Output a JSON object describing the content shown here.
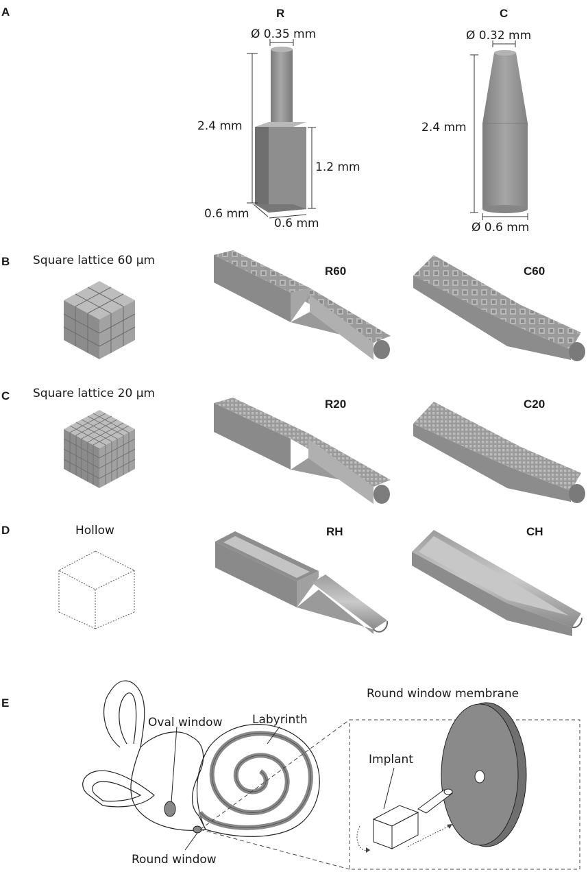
{
  "panels": {
    "a": {
      "letter": "A",
      "shape_r": {
        "heading": "R",
        "tip_diameter": "Ø 0.35 mm",
        "total_length": "2.4 mm",
        "base_length": "1.2 mm",
        "base_depth": "0.6 mm",
        "base_width": "0.6 mm"
      },
      "shape_c": {
        "heading": "C",
        "tip_diameter": "Ø 0.32 mm",
        "total_length": "2.4 mm",
        "base_diameter": "Ø 0.6 mm"
      }
    },
    "b": {
      "letter": "B",
      "lattice_label": "Square lattice 60 µm",
      "r_label": "R60",
      "c_label": "C60"
    },
    "c": {
      "letter": "C",
      "lattice_label": "Square lattice 20 µm",
      "r_label": "R20",
      "c_label": "C20"
    },
    "d": {
      "letter": "D",
      "lattice_label": "Hollow",
      "r_label": "RH",
      "c_label": "CH"
    },
    "e": {
      "letter": "E",
      "oval_window": "Oval window",
      "labyrinth": "Labyrinth",
      "round_window": "Round window",
      "membrane": "Round window membrane",
      "implant": "Implant"
    }
  },
  "colors": {
    "body_gray": "#8e8e8e",
    "light_gray": "#b9b9b9",
    "dark_gray": "#6f6f6f",
    "lattice_face": "#a8a8a8"
  }
}
